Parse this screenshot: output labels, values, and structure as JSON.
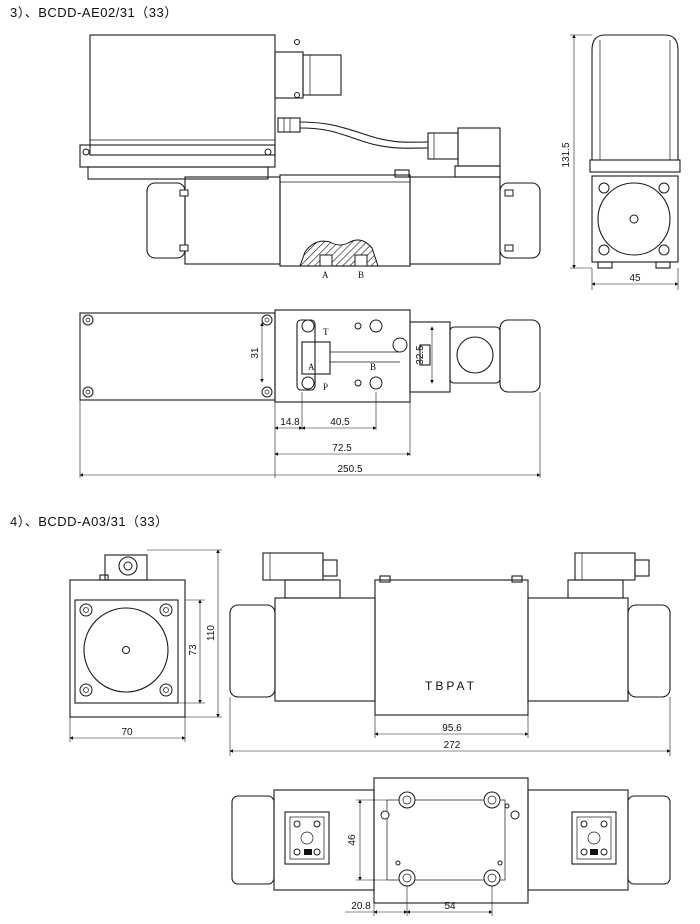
{
  "section3": {
    "heading": "3）、BCDD-AE02/31（33）",
    "port_a": "A",
    "port_b": "B",
    "port_t": "T",
    "port_p": "P",
    "dim_height": "131.5",
    "dim_side_width": "45",
    "dim_31": "31",
    "dim_32_5": "32.5",
    "dim_14_8": "14.8",
    "dim_40_5": "40.5",
    "dim_72_5": "72.5",
    "dim_250_5": "250.5"
  },
  "section4": {
    "heading": "4）、BCDD-A03/31（33）",
    "brand": "TBPAT",
    "dim_110": "110",
    "dim_73": "73",
    "dim_70": "70",
    "dim_95_6": "95.6",
    "dim_272": "272",
    "dim_46": "46",
    "dim_20_8": "20.8",
    "dim_54": "54"
  }
}
